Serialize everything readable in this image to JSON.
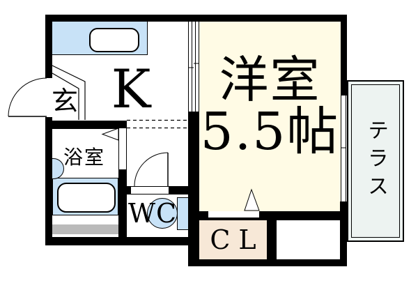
{
  "floorplan": {
    "rooms": {
      "kitchen": {
        "label": "K"
      },
      "entrance": {
        "label": "玄"
      },
      "bathroom": {
        "label": "浴室"
      },
      "wc": {
        "label": "WC"
      },
      "western_room": {
        "label": "洋室",
        "size": "5.5帖"
      },
      "closet": {
        "label": "CL"
      },
      "terrace": {
        "label": "テラス"
      }
    },
    "colors": {
      "wall": "#000000",
      "fixture_blue": "#C8E2F7",
      "western_room_cream": "#FFFBE5",
      "closet_peach": "#F7E8D7",
      "terrace_tint": "#EDF3F1",
      "step_gray": "#BABABA"
    }
  }
}
